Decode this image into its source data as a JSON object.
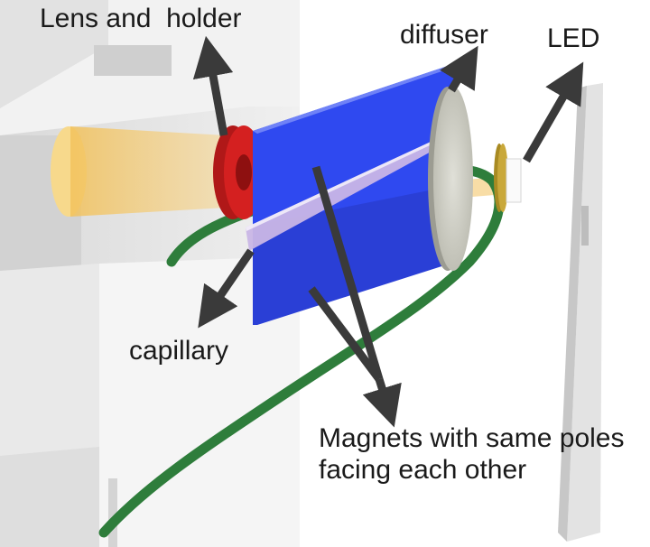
{
  "labels": {
    "lens_holder": "Lens and  holder",
    "diffuser": "diffuser",
    "led": "LED",
    "capillary": "capillary",
    "magnets": "Magnets with same poles facing each other"
  },
  "colors": {
    "magnet": "#2f49f0",
    "lens_holder": "#d42020",
    "light_cone": "#f3c76a",
    "green_cable": "#2e7d3b",
    "led_ring": "#c9a83a",
    "housing": "#e6e6e6",
    "arrow": "#3a3a3a"
  }
}
